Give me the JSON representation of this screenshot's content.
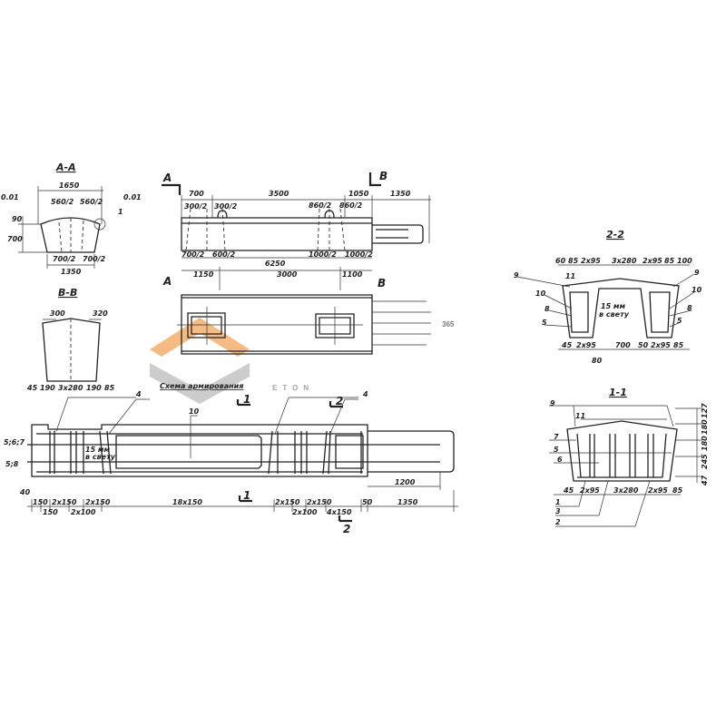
{
  "watermark": {
    "text_number": "365",
    "text_brand": "ETON",
    "orange": "#f2a45a",
    "grey": "#b5b5b5"
  },
  "section_aa": {
    "title": "А-А",
    "dims": [
      "1650",
      "560/2",
      "560/2",
      "0.01",
      "0.01",
      "1",
      "90",
      "700",
      "700/2",
      "700/2",
      "1350"
    ]
  },
  "section_bb": {
    "title": "В-В",
    "dims": [
      "300",
      "320",
      "45",
      "190",
      "3x280",
      "190",
      "85"
    ]
  },
  "elevation": {
    "marks": [
      "А",
      "В",
      "А",
      "В"
    ],
    "top_dims": [
      "700",
      "3500",
      "1050",
      "1350"
    ],
    "sub_dims_top": [
      "300/2",
      "300/2",
      "860/2",
      "860/2"
    ],
    "sub_dims_bottom": [
      "700/2",
      "600/2",
      "1000/2",
      "1000/2"
    ],
    "total": "6250",
    "plan_dims": [
      "1150",
      "3000",
      "1100"
    ]
  },
  "scheme": {
    "title": "Схема армирования",
    "labels": [
      "5;6;7",
      "5;8",
      "4",
      "10",
      "1",
      "2",
      "4"
    ],
    "note": [
      "15 мм",
      "в свету"
    ],
    "dims": [
      "40",
      "150",
      "150",
      "2x150",
      "2x100",
      "2x150",
      "18x150",
      "2x150",
      "2x100",
      "2x150",
      "4x150",
      "50",
      "1350"
    ],
    "dim_1200": "1200",
    "section_marks": [
      "1",
      "2"
    ]
  },
  "section_22": {
    "title": "2-2",
    "top_dims": [
      "60",
      "85",
      "2x95",
      "3x280",
      "2x95",
      "85",
      "100"
    ],
    "bottom_dims": [
      "45",
      "2x95",
      "700",
      "50",
      "2x95",
      "85"
    ],
    "dim_80": "80",
    "labels_left": [
      "11",
      "9",
      "10",
      "8",
      "5"
    ],
    "labels_right": [
      "9",
      "10",
      "8",
      "5"
    ],
    "note": [
      "15 мм",
      "в свету"
    ]
  },
  "section_11": {
    "title": "1-1",
    "labels_left": [
      "9",
      "11",
      "7",
      "5",
      "6"
    ],
    "right_dims": [
      "127",
      "180",
      "180",
      "245",
      "47"
    ],
    "bottom_dims": [
      "45",
      "2x95",
      "3x280",
      "2x95",
      "85"
    ],
    "leaders": [
      "1",
      "3",
      "2"
    ]
  }
}
